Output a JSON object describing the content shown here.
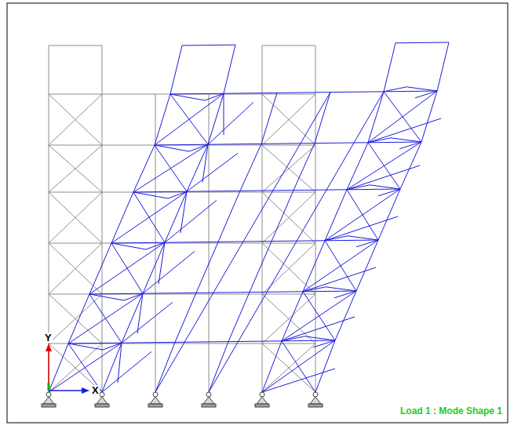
{
  "diagram": {
    "labels": [
      "Y",
      "X",
      "Load 1 : Mode Shape 1"
    ]
  }
}
